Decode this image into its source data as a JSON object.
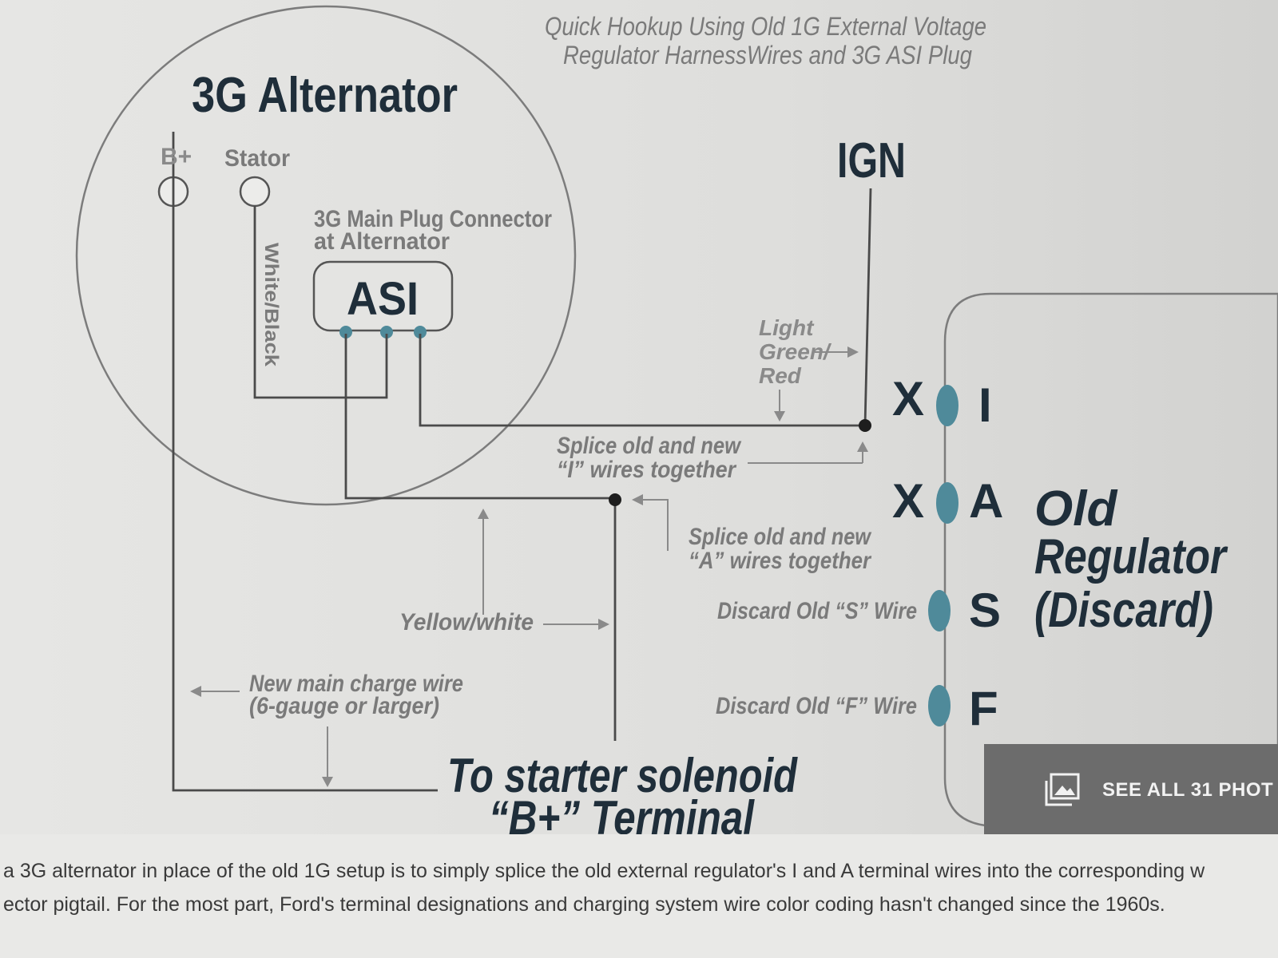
{
  "diagram": {
    "subtitle_line1": "Quick Hookup Using Old 1G External Voltage",
    "subtitle_line2": "Regulator HarnessWires and 3G ASI Plug",
    "alternator_title": "3G Alternator",
    "terminal_bplus": "B+",
    "terminal_stator": "Stator",
    "main_plug_line1": "3G Main Plug Connector",
    "main_plug_line2": "at Alternator",
    "asi_label": "ASI",
    "white_black": "White/Black",
    "ign": "IGN",
    "light_green_1": "Light",
    "light_green_2": "Green/",
    "light_green_3": "Red",
    "splice_i_1": "Splice old and new",
    "splice_i_2": "“I” wires together",
    "splice_a_1": "Splice old and new",
    "splice_a_2": "“A” wires together",
    "yellow_white": "Yellow/white",
    "new_charge_1": "New main charge wire",
    "new_charge_2": "(6-gauge or larger)",
    "discard_s": "Discard Old “S” Wire",
    "discard_f": "Discard Old “F” Wire",
    "x_i": "X",
    "x_a": "X",
    "term_i": "I",
    "term_a": "A",
    "term_s": "S",
    "term_f": "F",
    "old_reg_1": "Old",
    "old_reg_2": "Regulator",
    "old_reg_3": "(Discard)",
    "starter_1": "To starter solenoid",
    "starter_2": "“B+” Terminal"
  },
  "gallery_button": {
    "label": "SEE ALL 31 PHOT",
    "icon": "photo-gallery-icon"
  },
  "caption": {
    "line1": "a 3G alternator in place of the old 1G setup is to simply splice the old external regulator's I and A terminal wires into the corresponding w",
    "line2": "ector pigtail. For the most part, Ford's terminal designations and charging system wire color coding hasn't changed since the 1960s."
  },
  "colors": {
    "wire": "#4a4a4a",
    "title_text": "#1f2e3a",
    "label_text": "#6a6a6a",
    "terminal_dot": "#4f8a9a",
    "button_bg": "#6c6c6c"
  }
}
